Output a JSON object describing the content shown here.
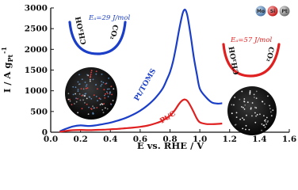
{
  "chart_data": {
    "type": "line",
    "xlabel": "E vs. RHE / V",
    "ylabel_main": "I / A g",
    "ylabel_sub": "Pt",
    "ylabel_sup": "-1",
    "xlim": [
      0.0,
      1.6
    ],
    "ylim": [
      0,
      3000
    ],
    "xticks": [
      "0.0",
      "0.2",
      "0.4",
      "0.6",
      "0.8",
      "1.0",
      "1.2",
      "1.4",
      "1.6"
    ],
    "yticks": [
      "0",
      "500",
      "1000",
      "1500",
      "2000",
      "2500",
      "3000"
    ],
    "series": [
      {
        "name": "Pt/TOMS",
        "color": "#1a3ec8",
        "x": [
          0.06,
          0.1,
          0.15,
          0.2,
          0.25,
          0.3,
          0.35,
          0.4,
          0.45,
          0.5,
          0.55,
          0.6,
          0.65,
          0.7,
          0.75,
          0.78,
          0.8,
          0.82,
          0.84,
          0.86,
          0.88,
          0.89,
          0.9,
          0.91,
          0.92,
          0.94,
          0.96,
          0.98,
          1.0,
          1.04,
          1.08,
          1.12,
          1.15
        ],
        "y": [
          20,
          80,
          140,
          165,
          150,
          165,
          195,
          230,
          280,
          340,
          420,
          520,
          650,
          820,
          1050,
          1280,
          1450,
          1700,
          2050,
          2450,
          2800,
          2920,
          2960,
          2900,
          2750,
          2300,
          1800,
          1400,
          1050,
          850,
          720,
          690,
          700
        ]
      },
      {
        "name": "Pt/C",
        "color": "#e02020",
        "x": [
          0.06,
          0.1,
          0.15,
          0.2,
          0.25,
          0.3,
          0.35,
          0.4,
          0.45,
          0.5,
          0.55,
          0.6,
          0.65,
          0.7,
          0.75,
          0.8,
          0.83,
          0.86,
          0.88,
          0.9,
          0.92,
          0.95,
          0.98,
          1.0,
          1.04,
          1.08,
          1.12,
          1.15
        ],
        "y": [
          10,
          30,
          50,
          55,
          50,
          55,
          60,
          70,
          80,
          95,
          110,
          130,
          160,
          210,
          280,
          400,
          520,
          680,
          760,
          790,
          740,
          550,
          330,
          240,
          200,
          195,
          200,
          210
        ]
      }
    ],
    "annotations": {
      "ea_left": "Eₐ=29 J/mol",
      "ea_right": "Eₐ=57 J/mol",
      "molecule_left": "CH₃OH",
      "molecule_right": "CO₂",
      "legend_mo": "Mo",
      "legend_si": "Si",
      "legend_pt": "Pt",
      "colors": {
        "mo": "#5b86b5",
        "si": "#e04040",
        "pt": "#8a8a8a",
        "blue_curve": "#1a3ec8",
        "red_curve": "#e02020"
      }
    }
  }
}
